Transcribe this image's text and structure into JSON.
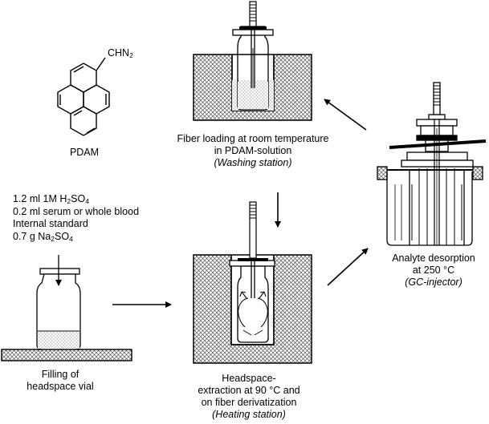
{
  "molecule": {
    "name": "PDAM",
    "substituent_main": "CHN",
    "substituent_sub": "2"
  },
  "reagents": [
    {
      "pre": "1.2 ml 1M H",
      "sub": "2",
      "post": "SO",
      "sub2": "4"
    },
    {
      "pre": "0.2 ml serum or whole blood",
      "sub": "",
      "post": "",
      "sub2": ""
    },
    {
      "pre": "Internal standard",
      "sub": "",
      "post": "",
      "sub2": ""
    },
    {
      "pre": "0.7 g Na",
      "sub": "2",
      "post": "SO",
      "sub2": "4"
    }
  ],
  "steps": {
    "filling": {
      "line1": "Filling of",
      "line2": "headspace vial"
    },
    "washing": {
      "line1": "Fiber loading at room temperature",
      "line2": "in PDAM-solution",
      "line3": "(Washing station)"
    },
    "heating": {
      "line1": "Headspace-",
      "line2": "extraction at 90 °C and",
      "line3": "on fiber derivatization",
      "line4": "(Heating station)"
    },
    "desorption": {
      "line1": "Analyte desorption",
      "line2": "at 250 °C",
      "line3": "(GC-injector)"
    }
  }
}
